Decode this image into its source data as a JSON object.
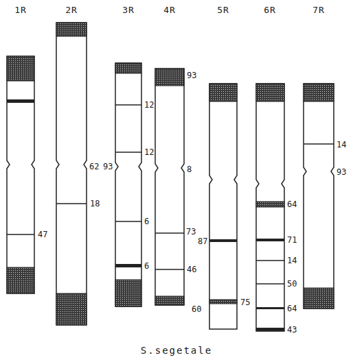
{
  "diagram": {
    "caption": "S.segetale",
    "labels": [
      "1R",
      "2R",
      "3R",
      "4R",
      "5R",
      "6R",
      "7R",
      "47",
      "62",
      "18",
      "12",
      "12",
      "93",
      "6",
      "6",
      "93",
      "8",
      "73",
      "46",
      "60",
      "87",
      "75",
      "64",
      "71",
      "14",
      "50",
      "64",
      "43",
      "14",
      "93"
    ]
  }
}
